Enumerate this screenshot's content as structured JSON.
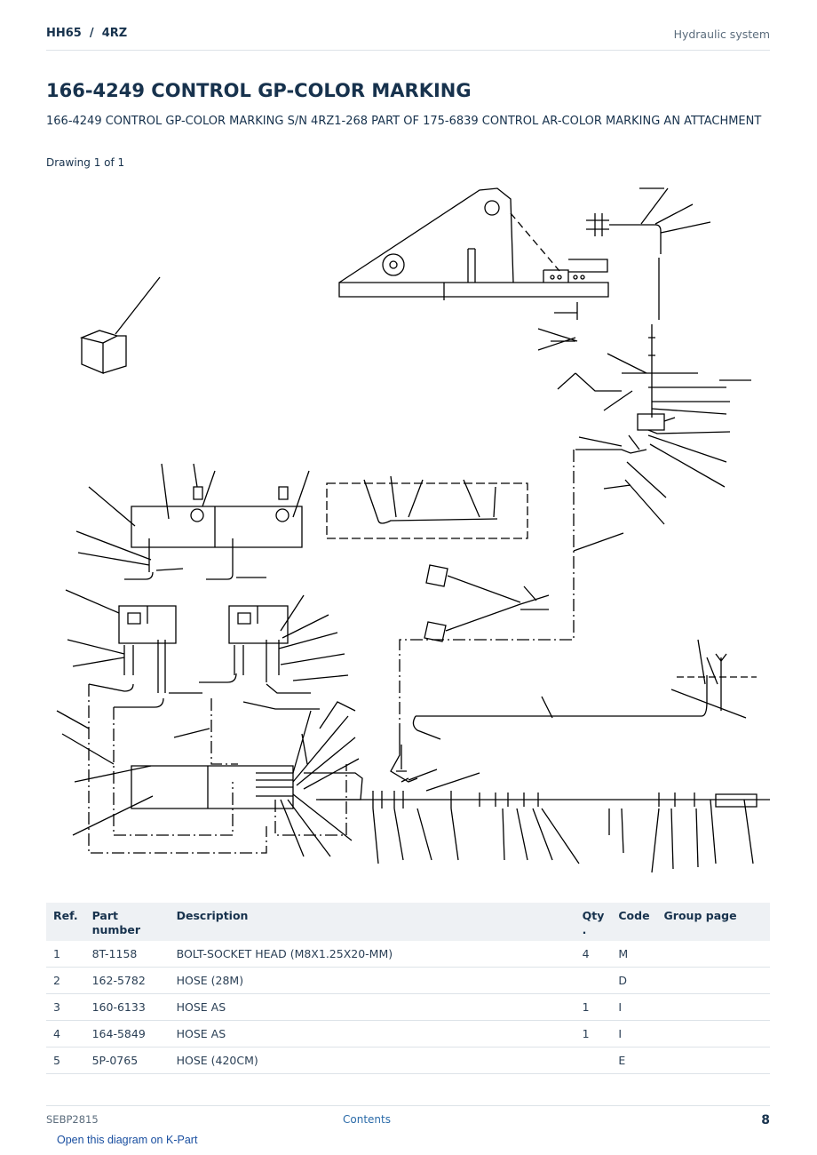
{
  "header": {
    "model": "HH65  /  4RZ",
    "section": "Hydraulic system"
  },
  "title": "166-4249 CONTROL GP-COLOR MARKING",
  "subtitle": "166-4249 CONTROL GP-COLOR MARKING S/N 4RZ1-268 PART OF 175-6839 CONTROL AR-COLOR MARKING AN ATTACHMENT",
  "drawing_label": "Drawing 1 of 1",
  "table": {
    "headers": {
      "ref": "Ref.",
      "part_number": "Part number",
      "description": "Description",
      "qty": "Qty\n.",
      "code": "Code",
      "group_page": "Group page"
    },
    "rows": [
      {
        "ref": "1",
        "part_number": "8T-1158",
        "description": "BOLT-SOCKET HEAD (M8X1.25X20-MM)",
        "qty": "4",
        "code": "M",
        "group_page": ""
      },
      {
        "ref": "2",
        "part_number": "162-5782",
        "description": "HOSE (28M)",
        "qty": "",
        "code": "D",
        "group_page": ""
      },
      {
        "ref": "3",
        "part_number": "160-6133",
        "description": "HOSE AS",
        "qty": "1",
        "code": "I",
        "group_page": ""
      },
      {
        "ref": "4",
        "part_number": "164-5849",
        "description": "HOSE AS",
        "qty": "1",
        "code": "I",
        "group_page": ""
      },
      {
        "ref": "5",
        "part_number": "5P-0765",
        "description": "HOSE (420CM)",
        "qty": "",
        "code": "E",
        "group_page": ""
      }
    ]
  },
  "footer": {
    "doc_id": "SEBP2815",
    "contents_link": "Contents",
    "page_number": "8"
  },
  "kpart_link": "Open this diagram on K-Part"
}
